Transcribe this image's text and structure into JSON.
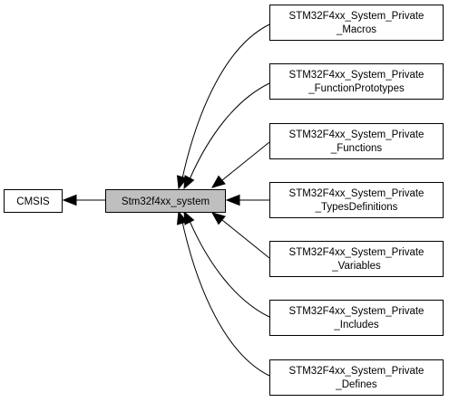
{
  "diagram": {
    "current": {
      "label": "Stm32f4xx_system"
    },
    "parent": {
      "label": "CMSIS"
    },
    "children": [
      {
        "line1": "STM32F4xx_System_Private",
        "line2": "_Macros"
      },
      {
        "line1": "STM32F4xx_System_Private",
        "line2": "_FunctionPrototypes"
      },
      {
        "line1": "STM32F4xx_System_Private",
        "line2": "_Functions"
      },
      {
        "line1": "STM32F4xx_System_Private",
        "line2": "_TypesDefinitions"
      },
      {
        "line1": "STM32F4xx_System_Private",
        "line2": "_Variables"
      },
      {
        "line1": "STM32F4xx_System_Private",
        "line2": "_Includes"
      },
      {
        "line1": "STM32F4xx_System_Private",
        "line2": "_Defines"
      }
    ]
  }
}
